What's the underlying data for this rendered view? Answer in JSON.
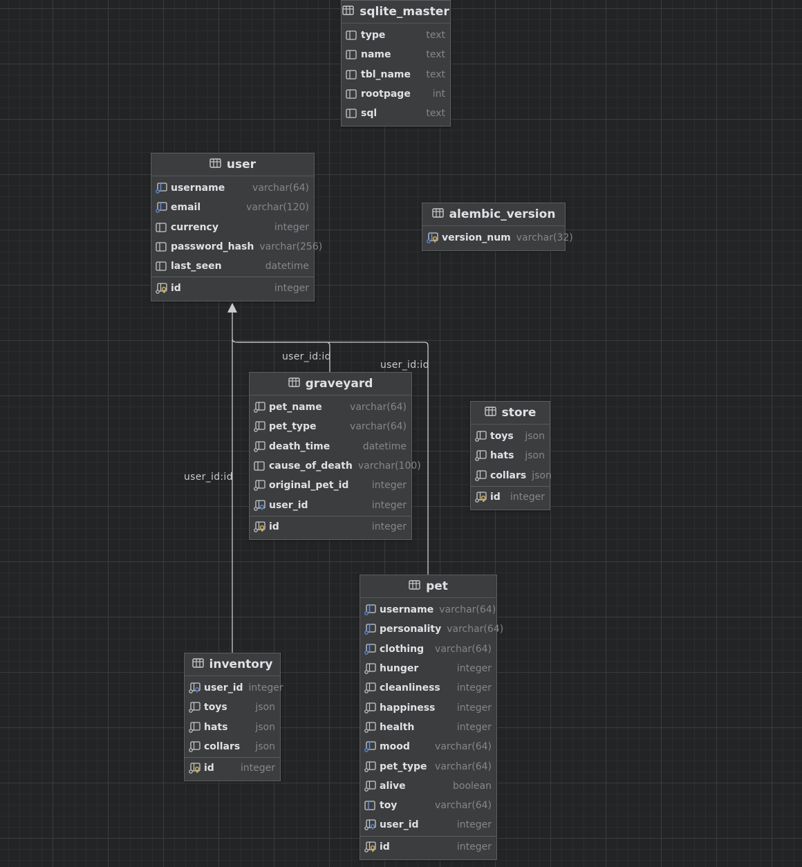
{
  "relationship_labels": [
    "user_id:id",
    "user_id:id",
    "user_id:id"
  ],
  "colors": {
    "background": "#232425",
    "table": "#3c3d3f",
    "key": "#e0b94a",
    "index": "#5a8be0"
  },
  "tables": {
    "sqlite_master": {
      "name": "sqlite_master",
      "columns": [
        {
          "name": "type",
          "type": "text",
          "icon": "column-icon"
        },
        {
          "name": "name",
          "type": "text",
          "icon": "column-icon"
        },
        {
          "name": "tbl_name",
          "type": "text",
          "icon": "column-icon"
        },
        {
          "name": "rootpage",
          "type": "int",
          "icon": "column-icon"
        },
        {
          "name": "sql",
          "type": "text",
          "icon": "column-icon"
        }
      ]
    },
    "user": {
      "name": "user",
      "columns": [
        {
          "name": "username",
          "type": "varchar(64)",
          "icon": "index-column-icon"
        },
        {
          "name": "email",
          "type": "varchar(120)",
          "icon": "index-column-icon"
        },
        {
          "name": "currency",
          "type": "integer",
          "icon": "column-icon"
        },
        {
          "name": "password_hash",
          "type": "varchar(256)",
          "icon": "column-icon"
        },
        {
          "name": "last_seen",
          "type": "datetime",
          "icon": "column-icon"
        }
      ],
      "keys": [
        {
          "name": "id",
          "type": "integer",
          "icon": "primary-key-icon"
        }
      ]
    },
    "alembic_version": {
      "name": "alembic_version",
      "columns": [
        {
          "name": "version_num",
          "type": "varchar(32)",
          "icon": "primary-key-index-icon"
        }
      ]
    },
    "graveyard": {
      "name": "graveyard",
      "columns": [
        {
          "name": "pet_name",
          "type": "varchar(64)",
          "icon": "nullable-column-icon"
        },
        {
          "name": "pet_type",
          "type": "varchar(64)",
          "icon": "nullable-column-icon"
        },
        {
          "name": "death_time",
          "type": "datetime",
          "icon": "nullable-column-icon"
        },
        {
          "name": "cause_of_death",
          "type": "varchar(100)",
          "icon": "column-icon"
        },
        {
          "name": "original_pet_id",
          "type": "integer",
          "icon": "nullable-column-icon"
        },
        {
          "name": "user_id",
          "type": "integer",
          "icon": "foreign-key-icon"
        }
      ],
      "keys": [
        {
          "name": "id",
          "type": "integer",
          "icon": "primary-key-icon"
        }
      ]
    },
    "store": {
      "name": "store",
      "columns": [
        {
          "name": "toys",
          "type": "json",
          "icon": "nullable-column-icon"
        },
        {
          "name": "hats",
          "type": "json",
          "icon": "nullable-column-icon"
        },
        {
          "name": "collars",
          "type": "json",
          "icon": "nullable-column-icon"
        }
      ],
      "keys": [
        {
          "name": "id",
          "type": "integer",
          "icon": "primary-key-icon"
        }
      ]
    },
    "pet": {
      "name": "pet",
      "columns": [
        {
          "name": "username",
          "type": "varchar(64)",
          "icon": "index-column-icon"
        },
        {
          "name": "personality",
          "type": "varchar(64)",
          "icon": "index-column-icon"
        },
        {
          "name": "clothing",
          "type": "varchar(64)",
          "icon": "index-column-icon"
        },
        {
          "name": "hunger",
          "type": "integer",
          "icon": "nullable-column-icon"
        },
        {
          "name": "cleanliness",
          "type": "integer",
          "icon": "nullable-column-icon"
        },
        {
          "name": "happiness",
          "type": "integer",
          "icon": "nullable-column-icon"
        },
        {
          "name": "health",
          "type": "integer",
          "icon": "nullable-column-icon"
        },
        {
          "name": "mood",
          "type": "varchar(64)",
          "icon": "index-column-icon"
        },
        {
          "name": "pet_type",
          "type": "varchar(64)",
          "icon": "nullable-column-icon"
        },
        {
          "name": "alive",
          "type": "boolean",
          "icon": "nullable-column-icon"
        },
        {
          "name": "toy",
          "type": "varchar(64)",
          "icon": "index-column-plain-icon"
        },
        {
          "name": "user_id",
          "type": "integer",
          "icon": "foreign-key-icon"
        }
      ],
      "keys": [
        {
          "name": "id",
          "type": "integer",
          "icon": "primary-key-icon"
        }
      ]
    },
    "inventory": {
      "name": "inventory",
      "columns": [
        {
          "name": "user_id",
          "type": "integer",
          "icon": "foreign-key-icon"
        },
        {
          "name": "toys",
          "type": "json",
          "icon": "nullable-column-icon"
        },
        {
          "name": "hats",
          "type": "json",
          "icon": "nullable-column-icon"
        },
        {
          "name": "collars",
          "type": "json",
          "icon": "nullable-column-icon"
        }
      ],
      "keys": [
        {
          "name": "id",
          "type": "integer",
          "icon": "primary-key-icon"
        }
      ]
    }
  }
}
